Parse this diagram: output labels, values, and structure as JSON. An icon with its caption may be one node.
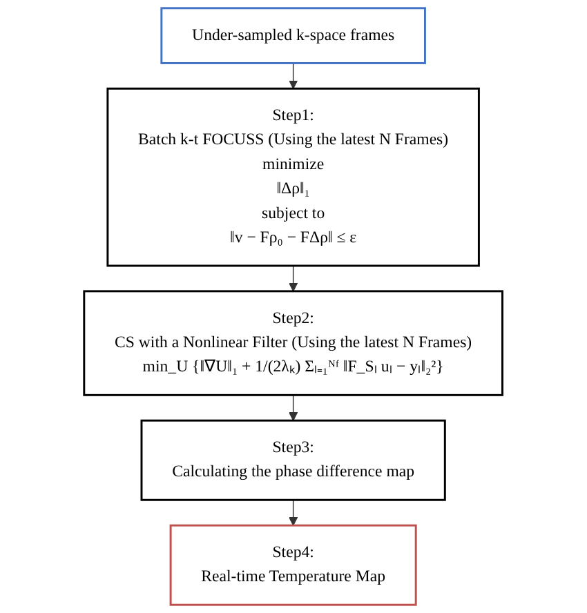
{
  "diagram": {
    "nodes": [
      {
        "text": [
          "Under-sampled k-space frames"
        ]
      },
      {
        "text": [
          "Step1:",
          "Batch k-t FOCUSS (Using the latest N Frames)",
          "minimize",
          "‖Δρ‖₁",
          "subject to",
          "‖v − Fρ₀ − FΔρ‖ ≤ ε"
        ]
      },
      {
        "text": [
          "Step2:",
          "CS with a Nonlinear Filter (Using the latest N Frames)",
          "min_U {‖∇U‖₁ + 1/(2λₖ) Σₗ₌₁ᴺᶠ ‖F_Sₗ uₗ − yₗ‖₂²}"
        ]
      },
      {
        "text": [
          "Step3:",
          "Calculating the phase difference map"
        ]
      },
      {
        "text": [
          "Step4:",
          "Real-time Temperature Map"
        ]
      }
    ],
    "edges": [
      {
        "from": 0,
        "to": 1,
        "arrow": "to"
      },
      {
        "from": 1,
        "to": 2,
        "arrow": "to"
      },
      {
        "from": 2,
        "to": 3,
        "arrow": "to"
      },
      {
        "from": 3,
        "to": 4,
        "arrow": "to"
      }
    ]
  }
}
